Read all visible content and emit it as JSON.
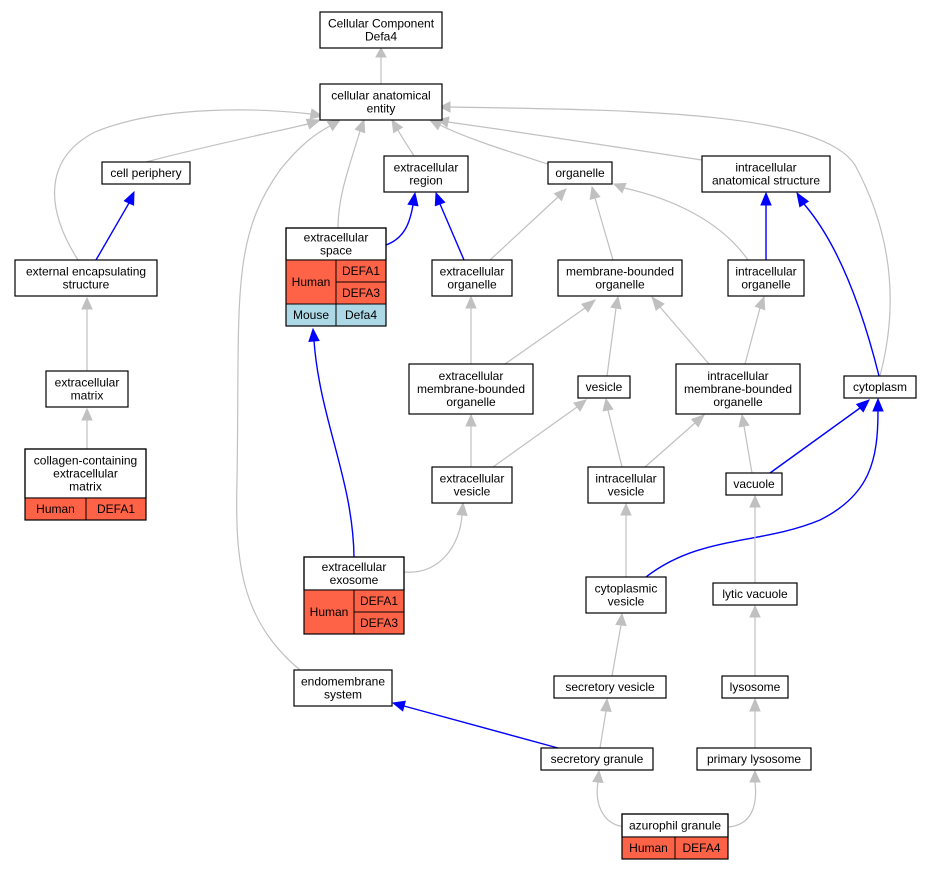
{
  "colors": {
    "node_border": "#000000",
    "node_fill": "#ffffff",
    "edge_default": "#c0c0c0",
    "edge_highlight": "#0000ff",
    "human_cell": "#ff6347",
    "mouse_cell": "#add8e6"
  },
  "nodes": {
    "root": {
      "lines": [
        "Cellular Component",
        "Defa4"
      ]
    },
    "cae": {
      "lines": [
        "cellular anatomical",
        "entity"
      ]
    },
    "cellper": {
      "lines": [
        "cell periphery"
      ]
    },
    "exreg": {
      "lines": [
        "extracellular",
        "region"
      ]
    },
    "organelle": {
      "lines": [
        "organelle"
      ]
    },
    "ias": {
      "lines": [
        "intracellular",
        "anatomical structure"
      ]
    },
    "ext_encaps": {
      "lines": [
        "external encapsulating",
        "structure"
      ]
    },
    "exspace": {
      "lines": [
        "extracellular",
        "space"
      ]
    },
    "exorg": {
      "lines": [
        "extracellular",
        "organelle"
      ]
    },
    "mbo": {
      "lines": [
        "membrane-bounded",
        "organelle"
      ]
    },
    "iorg": {
      "lines": [
        "intracellular",
        "organelle"
      ]
    },
    "exmatrix": {
      "lines": [
        "extracellular",
        "matrix"
      ]
    },
    "exmbo": {
      "lines": [
        "extracellular",
        "membrane-bounded",
        "organelle"
      ]
    },
    "vesicle": {
      "lines": [
        "vesicle"
      ]
    },
    "imbo": {
      "lines": [
        "intracellular",
        "membrane-bounded",
        "organelle"
      ]
    },
    "cytoplasm": {
      "lines": [
        "cytoplasm"
      ]
    },
    "collagen": {
      "lines": [
        "collagen-containing",
        "extracellular",
        "matrix"
      ]
    },
    "exves": {
      "lines": [
        "extracellular",
        "vesicle"
      ]
    },
    "ives": {
      "lines": [
        "intracellular",
        "vesicle"
      ]
    },
    "vacuole": {
      "lines": [
        "vacuole"
      ]
    },
    "exosome": {
      "lines": [
        "extracellular",
        "exosome"
      ]
    },
    "cytves": {
      "lines": [
        "cytoplasmic",
        "vesicle"
      ]
    },
    "lytic": {
      "lines": [
        "lytic vacuole"
      ]
    },
    "endomem": {
      "lines": [
        "endomembrane",
        "system"
      ]
    },
    "secves": {
      "lines": [
        "secretory vesicle"
      ]
    },
    "lysosome": {
      "lines": [
        "lysosome"
      ]
    },
    "secgran": {
      "lines": [
        "secretory granule"
      ]
    },
    "primlys": {
      "lines": [
        "primary lysosome"
      ]
    },
    "azuro": {
      "lines": [
        "azurophil granule"
      ]
    }
  },
  "annotations": {
    "exspace": [
      {
        "species": "Human",
        "genes": [
          "DEFA1",
          "DEFA3"
        ]
      },
      {
        "species": "Mouse",
        "genes": [
          "Defa4"
        ]
      }
    ],
    "collagen": [
      {
        "species": "Human",
        "genes": [
          "DEFA1"
        ]
      }
    ],
    "exosome": [
      {
        "species": "Human",
        "genes": [
          "DEFA1",
          "DEFA3"
        ]
      }
    ],
    "azuro": [
      {
        "species": "Human",
        "genes": [
          "DEFA4"
        ]
      }
    ]
  },
  "edges": [
    {
      "from": "cae",
      "to": "root",
      "highlight": false
    },
    {
      "from": "cellper",
      "to": "cae",
      "highlight": false
    },
    {
      "from": "exreg",
      "to": "cae",
      "highlight": false
    },
    {
      "from": "organelle",
      "to": "cae",
      "highlight": false
    },
    {
      "from": "ias",
      "to": "cae",
      "highlight": false
    },
    {
      "from": "ext_encaps",
      "to": "cae",
      "highlight": false
    },
    {
      "from": "exspace",
      "to": "cae",
      "highlight": false
    },
    {
      "from": "endomem",
      "to": "cae",
      "highlight": false
    },
    {
      "from": "cytoplasm",
      "to": "cae",
      "highlight": false
    },
    {
      "from": "ext_encaps",
      "to": "cellper",
      "highlight": true
    },
    {
      "from": "exspace",
      "to": "exreg",
      "highlight": true
    },
    {
      "from": "exorg",
      "to": "exreg",
      "highlight": true
    },
    {
      "from": "exorg",
      "to": "organelle",
      "highlight": false
    },
    {
      "from": "mbo",
      "to": "organelle",
      "highlight": false
    },
    {
      "from": "iorg",
      "to": "organelle",
      "highlight": false
    },
    {
      "from": "iorg",
      "to": "ias",
      "highlight": true
    },
    {
      "from": "cytoplasm",
      "to": "ias",
      "highlight": true
    },
    {
      "from": "exmatrix",
      "to": "ext_encaps",
      "highlight": false
    },
    {
      "from": "collagen",
      "to": "exmatrix",
      "highlight": false
    },
    {
      "from": "exmbo",
      "to": "exorg",
      "highlight": false
    },
    {
      "from": "exmbo",
      "to": "mbo",
      "highlight": false
    },
    {
      "from": "vesicle",
      "to": "mbo",
      "highlight": false
    },
    {
      "from": "imbo",
      "to": "mbo",
      "highlight": false
    },
    {
      "from": "imbo",
      "to": "iorg",
      "highlight": false
    },
    {
      "from": "exves",
      "to": "exmbo",
      "highlight": false
    },
    {
      "from": "exves",
      "to": "vesicle",
      "highlight": false
    },
    {
      "from": "ives",
      "to": "vesicle",
      "highlight": false
    },
    {
      "from": "ives",
      "to": "imbo",
      "highlight": false
    },
    {
      "from": "vacuole",
      "to": "imbo",
      "highlight": false
    },
    {
      "from": "vacuole",
      "to": "cytoplasm",
      "highlight": true
    },
    {
      "from": "exosome",
      "to": "exspace",
      "highlight": true
    },
    {
      "from": "exosome",
      "to": "exves",
      "highlight": false
    },
    {
      "from": "cytves",
      "to": "ives",
      "highlight": false
    },
    {
      "from": "cytves",
      "to": "cytoplasm",
      "highlight": true
    },
    {
      "from": "lytic",
      "to": "vacuole",
      "highlight": false
    },
    {
      "from": "secves",
      "to": "cytves",
      "highlight": false
    },
    {
      "from": "lysosome",
      "to": "lytic",
      "highlight": false
    },
    {
      "from": "secgran",
      "to": "secves",
      "highlight": false
    },
    {
      "from": "secgran",
      "to": "endomem",
      "highlight": true
    },
    {
      "from": "primlys",
      "to": "lysosome",
      "highlight": false
    },
    {
      "from": "azuro",
      "to": "secgran",
      "highlight": false
    },
    {
      "from": "azuro",
      "to": "primlys",
      "highlight": false
    }
  ]
}
